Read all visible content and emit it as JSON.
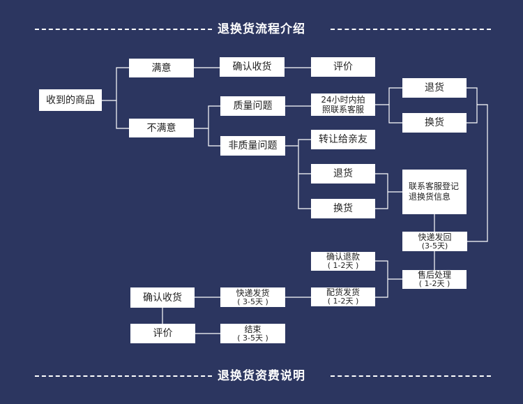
{
  "header_top": {
    "title": "退换货流程介绍"
  },
  "header_bottom": {
    "title": "退换货资费说明"
  },
  "nodes": {
    "received": "收到的商品",
    "satisfied": "满意",
    "unsatisfied": "不满意",
    "confirm_receipt_1": "确认收货",
    "review_1": "评价",
    "quality_issue": "质量问题",
    "non_quality_issue": "非质量问题",
    "photo_line1": "24小时内拍",
    "photo_line2": "照联系客服",
    "transfer": "转让给亲友",
    "return_a": "退货",
    "exchange_a": "换货",
    "return_b": "退货",
    "exchange_b": "换货",
    "register_line1": "联系客服登记",
    "register_line2": "退换货信息",
    "express_back": "快递发回",
    "express_back_time": "(3-5天)",
    "after_sales": "售后处理",
    "after_sales_time": "( 1-2天 )",
    "confirm_refund": "确认退款",
    "confirm_refund_time": "( 1-2天 )",
    "redelivery": "配货发货",
    "redelivery_time": "( 1-2天 )",
    "express_ship": "快递发货",
    "express_ship_time": "( 3-5天 )",
    "confirm_receipt_2": "确认收货",
    "review_2": "评价",
    "end": "结束",
    "end_time": "( 3-5天 )"
  },
  "colors": {
    "background": "#2c3660",
    "box": "#ffffff",
    "connector": "#ffffff",
    "text": "#222222"
  }
}
